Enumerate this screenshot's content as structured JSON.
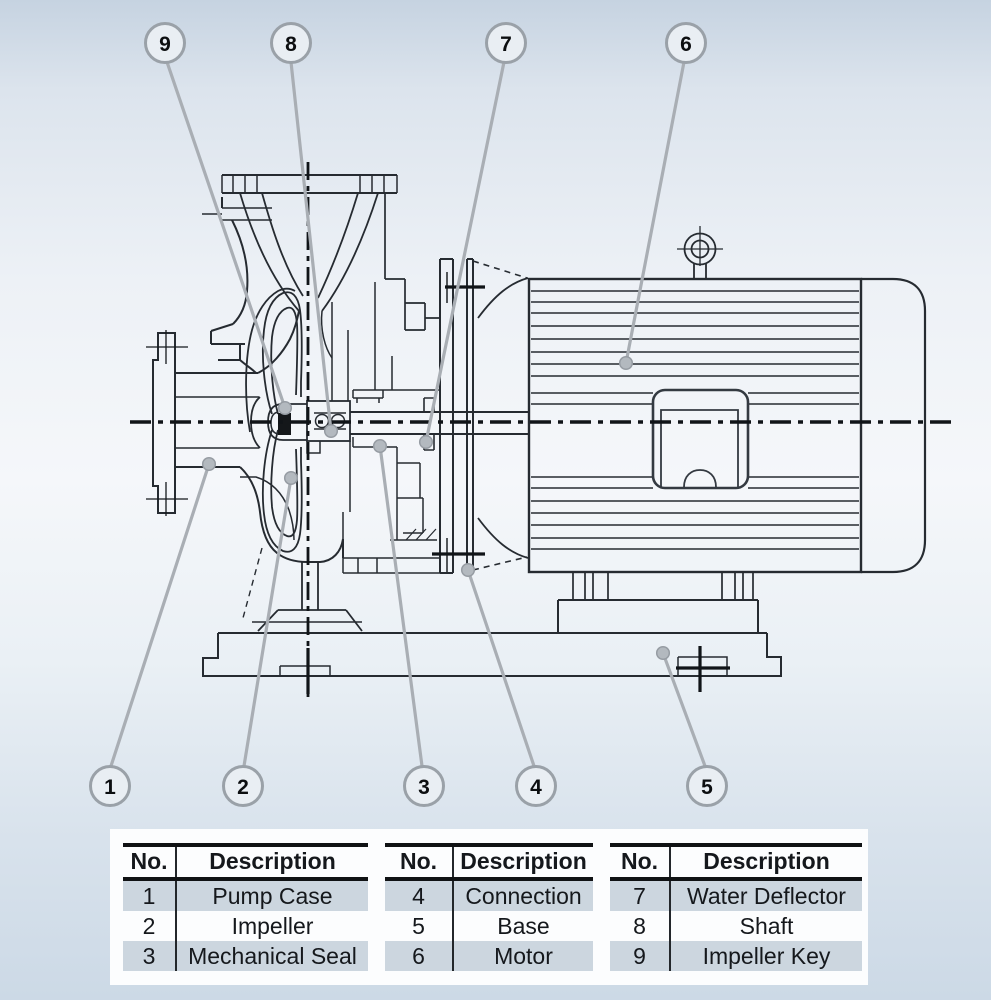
{
  "callouts": [
    {
      "label": "1"
    },
    {
      "label": "2"
    },
    {
      "label": "3"
    },
    {
      "label": "4"
    },
    {
      "label": "5"
    },
    {
      "label": "6"
    },
    {
      "label": "7"
    },
    {
      "label": "8"
    },
    {
      "label": "9"
    }
  ],
  "legend_tables": [
    {
      "headers": [
        "No.",
        "Description"
      ],
      "rows": [
        [
          "1",
          "Pump Case"
        ],
        [
          "2",
          "Impeller"
        ],
        [
          "3",
          "Mechanical Seal"
        ]
      ]
    },
    {
      "headers": [
        "No.",
        "Description"
      ],
      "rows": [
        [
          "4",
          "Connection"
        ],
        [
          "5",
          "Base"
        ],
        [
          "6",
          "Motor"
        ]
      ]
    },
    {
      "headers": [
        "No.",
        "Description"
      ],
      "rows": [
        [
          "7",
          "Water Deflector"
        ],
        [
          "8",
          "Shaft"
        ],
        [
          "9",
          "Impeller Key"
        ]
      ]
    }
  ],
  "colors": {
    "background_top": "#c6d3e1",
    "background_middle": "#f5f7fa",
    "background_bottom": "#ccd9e6",
    "drawing_line": "#262b31",
    "centerline": "#101418",
    "leader_line": "#a9aeb4",
    "callout_fill": "#e9eef3",
    "callout_border": "#9aa1a8",
    "table_row_shading": "#ccd6df",
    "table_panel": "#fcfdfe"
  }
}
